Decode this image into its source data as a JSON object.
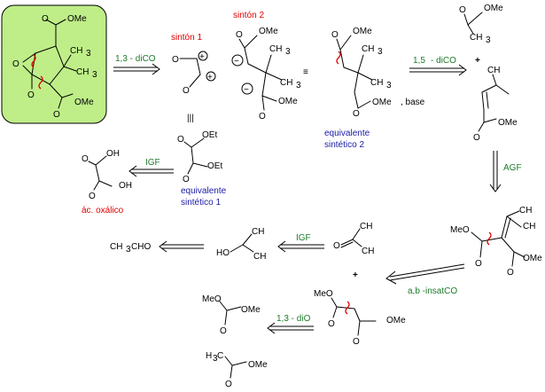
{
  "colors": {
    "target_box_fill": "#bfee88",
    "label_red": "#e00000",
    "label_blue": "#1a1aa8",
    "label_green": "#1d7a2a"
  },
  "arrows": {
    "a1": "1,3 - diCO",
    "a2": "1,5",
    "a2b": "- diCO",
    "a3": "IGF",
    "a4": "AGF",
    "a5": "IGF",
    "a6": "a,b -insatCO",
    "a7": "1,3 - diO"
  },
  "labels": {
    "synthon1": "sintón 1",
    "synthon2": "sintón 2",
    "equiv2_line1": "equivalente",
    "equiv2_line2": "sintético 2",
    "equiv1_line1": "equivalente",
    "equiv1_line2": "sintético 1",
    "oxalic": "ác. oxálico",
    "base": ", base"
  },
  "atoms": {
    "ome": "OMe",
    "o": "O",
    "ch3": "CH",
    "sub3": "3",
    "oh": "OH",
    "ho": "HO",
    "meo": "MeO",
    "oet": "OEt",
    "cho": "CHO",
    "ch3cho": "CH",
    "h3c": "H",
    "c": "C",
    "plus": "+",
    "minus": "−",
    "equiv": "≡",
    "triple": "|||"
  }
}
